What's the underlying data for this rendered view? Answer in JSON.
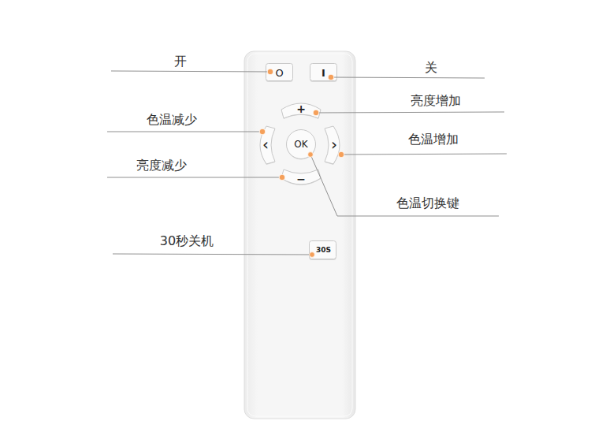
{
  "diagram": {
    "nodes": [
      {
        "text": [
          "O"
        ]
      },
      {
        "text": [
          "I"
        ]
      },
      {
        "text": [
          "+"
        ]
      },
      {
        "text": [
          "‹"
        ]
      },
      {
        "text": [
          "OK"
        ]
      },
      {
        "text": [
          "›"
        ]
      },
      {
        "text": [
          "−"
        ]
      },
      {
        "text": [
          "30S"
        ]
      }
    ],
    "labels": [
      "开",
      "关",
      "亮度增加",
      "色温减少",
      "色温增加",
      "亮度减少",
      "色温切换键",
      "30秒关机"
    ]
  }
}
